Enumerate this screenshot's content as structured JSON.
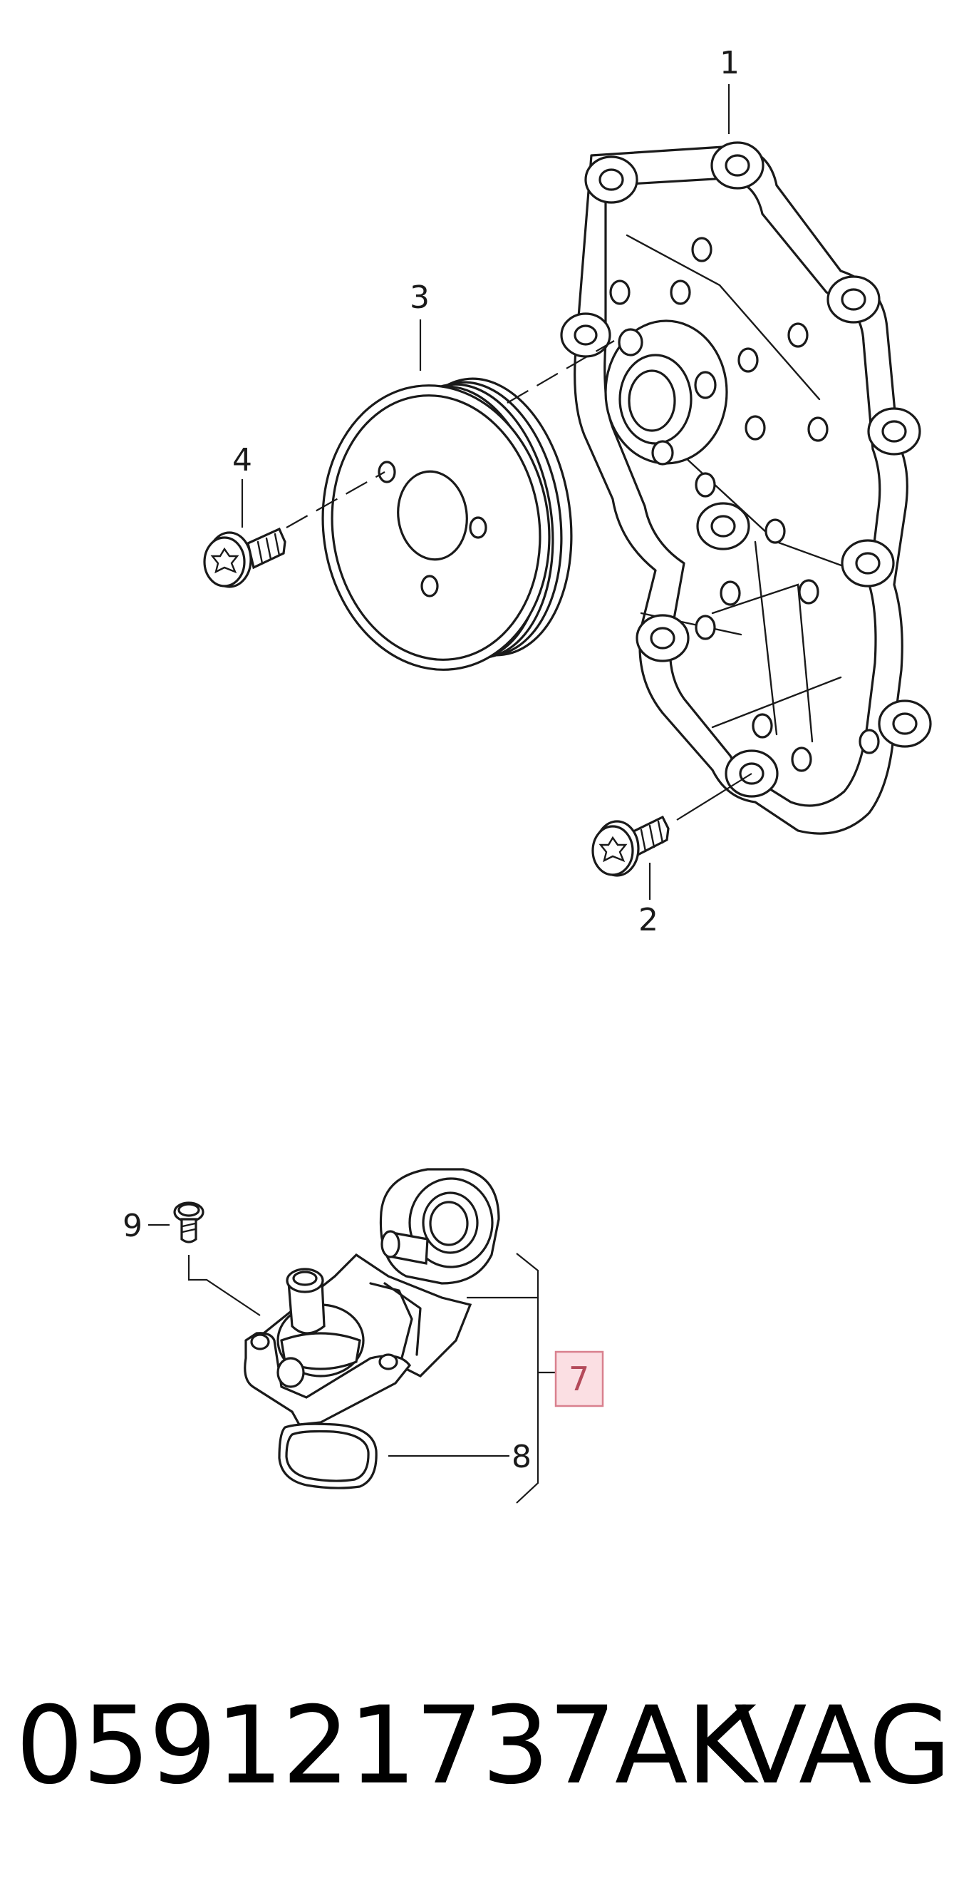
{
  "callouts": {
    "c1": "1",
    "c2": "2",
    "c3": "3",
    "c4": "4",
    "c7": "7",
    "c8": "8",
    "c9": "9"
  },
  "highlight": {
    "fill": "#fbdfe3",
    "stroke": "#d9808e"
  },
  "footer": {
    "part_number": "059121737AK",
    "brand": "VAG"
  }
}
